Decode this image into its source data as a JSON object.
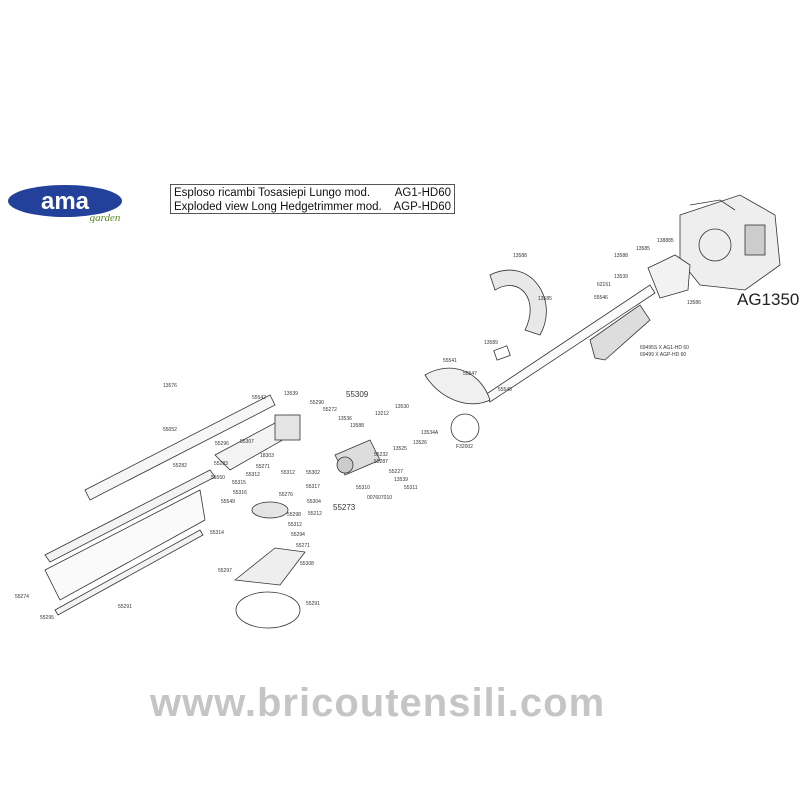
{
  "logo": {
    "brand": "ama",
    "sub": "garden",
    "color": "#23409a"
  },
  "title": {
    "line1_text": "Esploso ricambi Tosasiepi Lungo mod.",
    "line1_model": "AG1-HD60",
    "line2_text": "Exploded view Long Hedgetrimmer mod.",
    "line2_model": "AGP-HD60"
  },
  "engine_model": "AG1350",
  "watermark": "www.bricoutensili.com",
  "parts": [
    "13576",
    "55542",
    "13539",
    "55290",
    "55309",
    "55272",
    "13536",
    "13588",
    "13212",
    "13530",
    "13534A",
    "13526",
    "13525",
    "55232",
    "55287",
    "55227",
    "13539",
    "55311",
    "55310",
    "007607010",
    "55273",
    "F32002",
    "55052",
    "55296",
    "55282",
    "55307",
    "18303",
    "55271",
    "55312",
    "55312",
    "55302",
    "55283",
    "55550",
    "55315",
    "55316",
    "55549",
    "55276",
    "55304",
    "55212",
    "55298",
    "55312",
    "55294",
    "55271",
    "55308",
    "55297",
    "55314",
    "55291",
    "55291",
    "55274",
    "55295",
    "13588",
    "13585",
    "13589",
    "55541",
    "55547",
    "55548",
    "13588",
    "13585",
    "138885",
    "13539",
    "62151",
    "55546",
    "13586",
    "69495S X AG1-HD 60",
    "69499 X AGP-HD 60",
    "55317"
  ]
}
